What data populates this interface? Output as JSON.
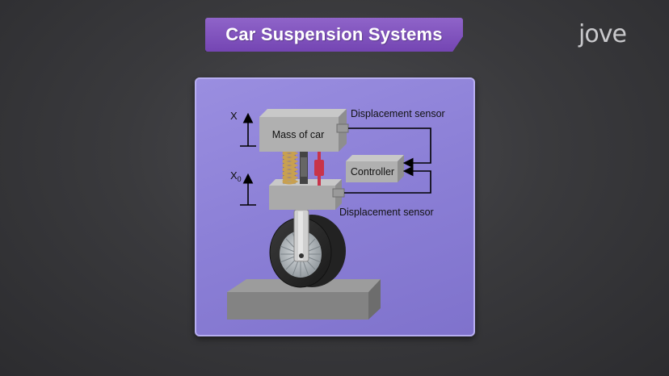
{
  "title": "Car Suspension Systems",
  "logo": "jove",
  "diagram": {
    "label_x": "X",
    "label_x0_main": "X",
    "label_x0_sub": "0",
    "mass_label": "Mass of car",
    "controller_label": "Controller",
    "sensor_top": "Displacement sensor",
    "sensor_bottom": "Displacement sensor"
  },
  "colors": {
    "banner": "#7f52bd",
    "panel": "#8b7fd6",
    "spring": "#c8a050",
    "damper": "#c8344a"
  }
}
